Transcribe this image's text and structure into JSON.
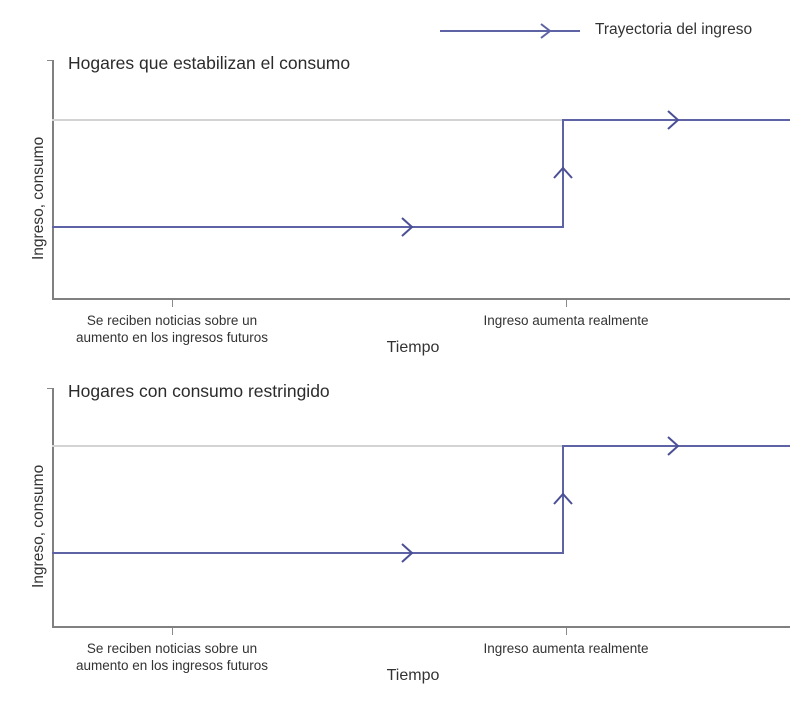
{
  "legend": {
    "label": "Trayectoria del ingreso",
    "marker_icon": "arrow-right-icon",
    "line_color": "#5e63a6"
  },
  "colors": {
    "series_line": "#5e63a6",
    "gridline": "#d3d3d3",
    "axis": "#808080",
    "text": "#333333"
  },
  "chart_data": [
    {
      "type": "line",
      "title": "Hogares que estabilizan el consumo",
      "xlabel": "Tiempo",
      "ylabel": "Ingreso, consumo",
      "grid": true,
      "legend_position": "top-right",
      "xlim": [
        0,
        1
      ],
      "ylim": [
        0,
        1
      ],
      "xticks": [
        0.163,
        0.696
      ],
      "xticklabels": [
        "Se reciben noticias sobre un\naumento en los ingresos futuros",
        "Ingreso aumenta realmente"
      ],
      "yticks": [
        0.75
      ],
      "yticklabels": [
        ""
      ],
      "series": [
        {
          "name": "Trayectoria del ingreso",
          "color": "#5e63a6",
          "step": "post",
          "x": [
            0.0,
            0.696,
            0.696,
            1.0
          ],
          "y": [
            0.3,
            0.3,
            0.75,
            0.75
          ],
          "annotations": [
            {
              "icon": "arrow-right-icon",
              "x": 0.478,
              "y": 0.3
            },
            {
              "icon": "arrow-up-icon",
              "x": 0.696,
              "y": 0.535
            },
            {
              "icon": "arrow-right-icon",
              "x": 0.847,
              "y": 0.75
            }
          ]
        }
      ]
    },
    {
      "type": "line",
      "title": "Hogares con consumo restringido",
      "xlabel": "Tiempo",
      "ylabel": "Ingreso, consumo",
      "grid": true,
      "legend_position": "none",
      "xlim": [
        0,
        1
      ],
      "ylim": [
        0,
        1
      ],
      "xticks": [
        0.163,
        0.696
      ],
      "xticklabels": [
        "Se reciben noticias sobre un\naumento en los ingresos futuros",
        "Ingreso aumenta realmente"
      ],
      "yticks": [
        0.76
      ],
      "yticklabels": [
        ""
      ],
      "series": [
        {
          "name": "Trayectoria del ingreso",
          "color": "#5e63a6",
          "step": "post",
          "x": [
            0.0,
            0.696,
            0.696,
            1.0
          ],
          "y": [
            0.31,
            0.31,
            0.76,
            0.76
          ],
          "annotations": [
            {
              "icon": "arrow-right-icon",
              "x": 0.478,
              "y": 0.31
            },
            {
              "icon": "arrow-up-icon",
              "x": 0.696,
              "y": 0.535
            },
            {
              "icon": "arrow-right-icon",
              "x": 0.847,
              "y": 0.76
            }
          ]
        }
      ]
    }
  ]
}
